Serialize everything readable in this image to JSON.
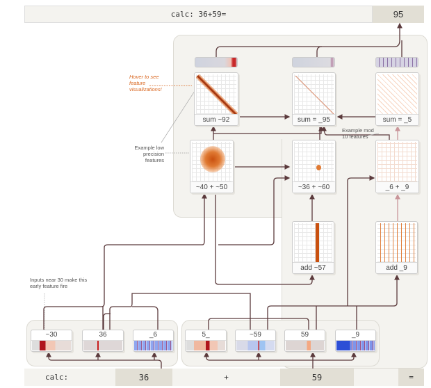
{
  "prompt_bar": {
    "text": "calc: 36+59=",
    "answer": "95"
  },
  "output_features": [
    {
      "label": "sum ~92"
    },
    {
      "label": "sum = _95"
    },
    {
      "label": "sum = _5"
    }
  ],
  "middle_features": [
    {
      "label": "~40 + ~50"
    },
    {
      "label": "~36 + ~60"
    },
    {
      "label": "_6 + _9"
    }
  ],
  "lookup_features": [
    {
      "label": "add ~57"
    },
    {
      "label": "add _9"
    }
  ],
  "input_features": {
    "first_operand": [
      {
        "label": "~30"
      },
      {
        "label": "36"
      },
      {
        "label": "_6"
      }
    ],
    "second_operand": [
      {
        "label": "5_"
      },
      {
        "label": "~59"
      },
      {
        "label": "59"
      },
      {
        "label": "_9"
      }
    ]
  },
  "annotations": {
    "hover": "Hover to see feature visualizations!",
    "low_precision": "Example low precision features",
    "mod10": "Example mod 10 features",
    "inputs_near_30": "Inputs near 30 make this early feature fire"
  },
  "bottom_tokens": [
    "calc:",
    "36",
    "+",
    "59",
    "",
    "="
  ],
  "colors": {
    "edge": "#5b3a3c",
    "edge_light": "#c9959a",
    "accent": "#d9661f",
    "panel": "#f4f3ef",
    "token_highlight": "#e2dfd5"
  }
}
